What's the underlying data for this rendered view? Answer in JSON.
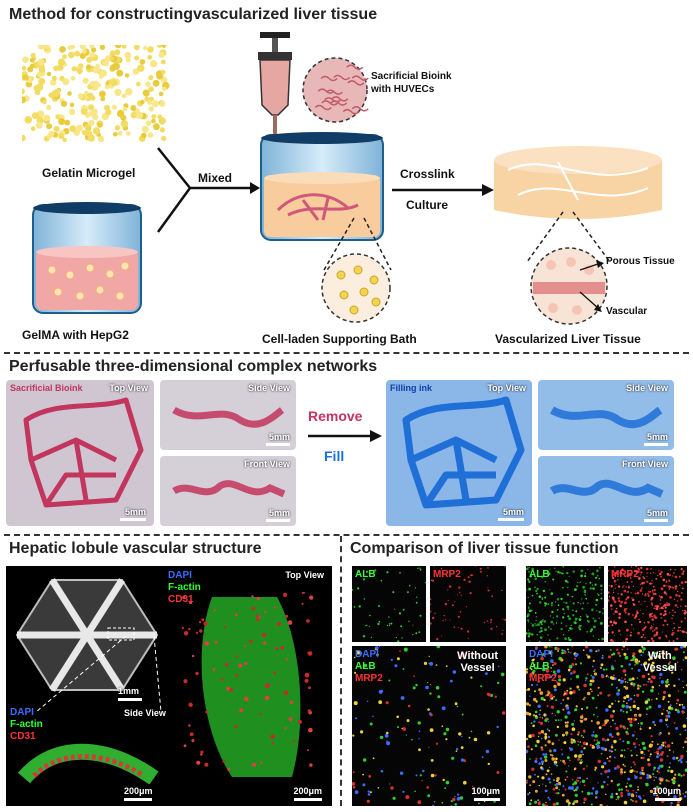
{
  "section1": {
    "title": "Method for constructingvascularized liver tissue",
    "gelatin_label": "Gelatin Microgel",
    "gelma_label": "GelMA with HepG2",
    "mixed_label": "Mixed",
    "bioink_label_line1": "Sacrificial Bioink",
    "bioink_label_line2": "with HUVECs",
    "bath_label": "Cell-laden Supporting Bath",
    "crosslink_label": "Crosslink",
    "culture_label": "Culture",
    "porous_label": "Porous Tissue",
    "vascular_label": "Vascular",
    "result_label": "Vascularized Liver Tissue"
  },
  "section2": {
    "title": "Perfusable three-dimensional complex networks",
    "left_panel_label": "Sacrificial Bioink",
    "right_panel_label": "Filling ink",
    "top_view": "Top View",
    "side_view": "Side View",
    "front_view": "Front View",
    "scale_5mm": "5mm",
    "remove_label": "Remove",
    "fill_label": "Fill",
    "colors": {
      "red_ink": "#c2355d",
      "blue_ink": "#1f6fd6"
    }
  },
  "section3": {
    "title": "Hepatic lobule vascular structure",
    "dapi": "DAPI",
    "factin": "F-actin",
    "cd31": "CD31",
    "top_view": "Top View",
    "side_view": "Side View",
    "scale_1mm": "1mm",
    "scale_200um": "200μm"
  },
  "section4": {
    "title": "Comparison of liver tissue function",
    "alb": "ALB",
    "mrp2": "MRP2",
    "dapi": "DAPI",
    "without_line1": "Without",
    "without_line2": "Vessel",
    "with_line1": "With",
    "with_line2": "Vessel",
    "scale_100um": "100μm"
  }
}
